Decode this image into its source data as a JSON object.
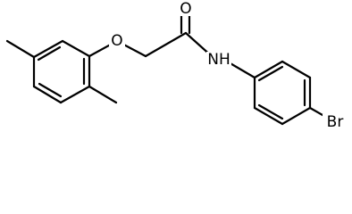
{
  "molecule": {
    "atoms": {
      "carbonyl_oxygen": "O",
      "ether_oxygen": "O",
      "amide_nitrogen": "NH",
      "bromine": "Br"
    }
  }
}
